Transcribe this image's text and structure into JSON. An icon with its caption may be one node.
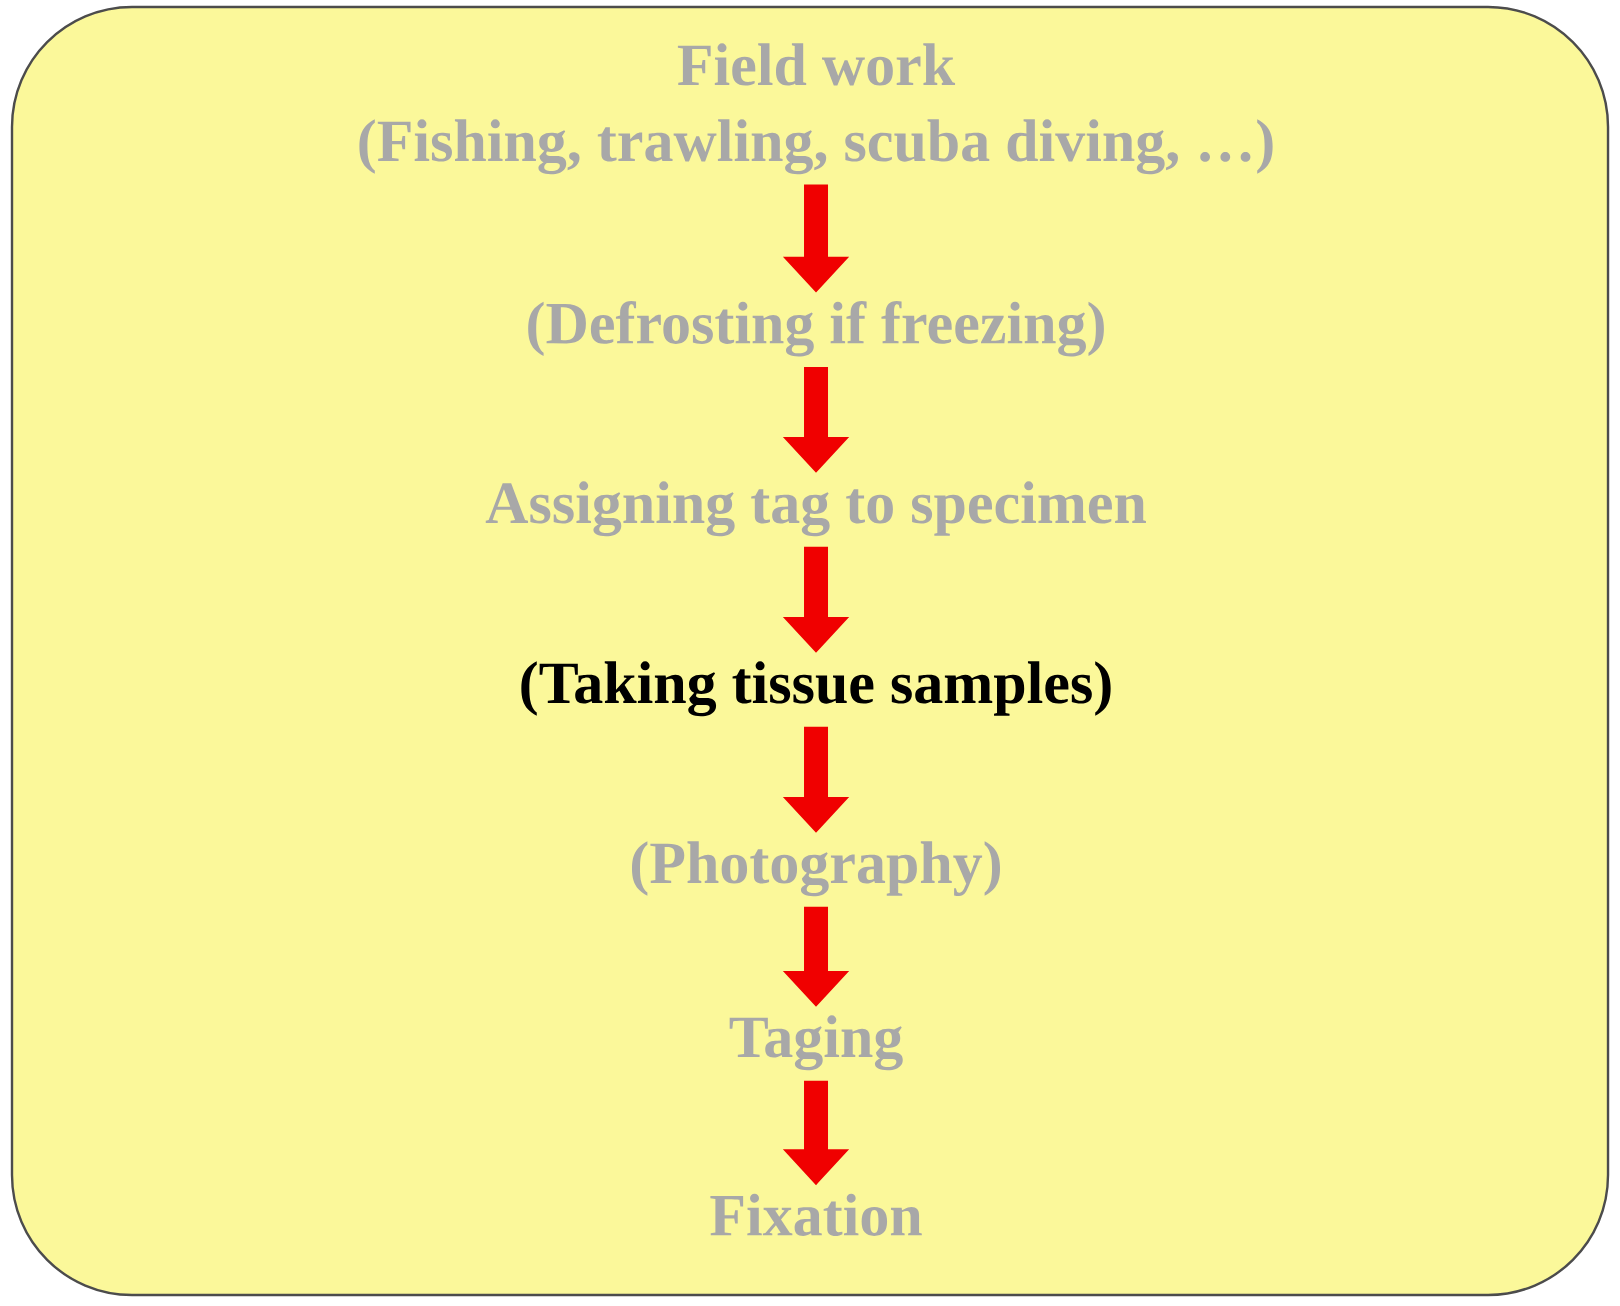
{
  "diagram": {
    "nodes": [
      {
        "text": [],
        "shape": "box"
      },
      {
        "text": [
          "Field work",
          "(Fishing, trawling, scuba diving, …)"
        ],
        "in": 0
      },
      {
        "text": [
          "(Defrosting if freezing)"
        ],
        "in": 0
      },
      {
        "text": [
          "Assigning tag to specimen"
        ],
        "in": 0
      },
      {
        "text": [
          "(Taking tissue samples)"
        ],
        "in": 0
      },
      {
        "text": [
          "(Photography)"
        ],
        "in": 0
      },
      {
        "text": [
          "Taging"
        ],
        "in": 0
      },
      {
        "text": [
          "Fixation"
        ],
        "in": 0
      }
    ],
    "edges": [
      {
        "from": 1,
        "to": 2,
        "arrow": "to"
      },
      {
        "from": 2,
        "to": 3,
        "arrow": "to"
      },
      {
        "from": 3,
        "to": 4,
        "arrow": "to"
      },
      {
        "from": 4,
        "to": 5,
        "arrow": "to"
      },
      {
        "from": 5,
        "to": 6,
        "arrow": "to"
      },
      {
        "from": 6,
        "to": 7,
        "arrow": "to"
      }
    ]
  }
}
